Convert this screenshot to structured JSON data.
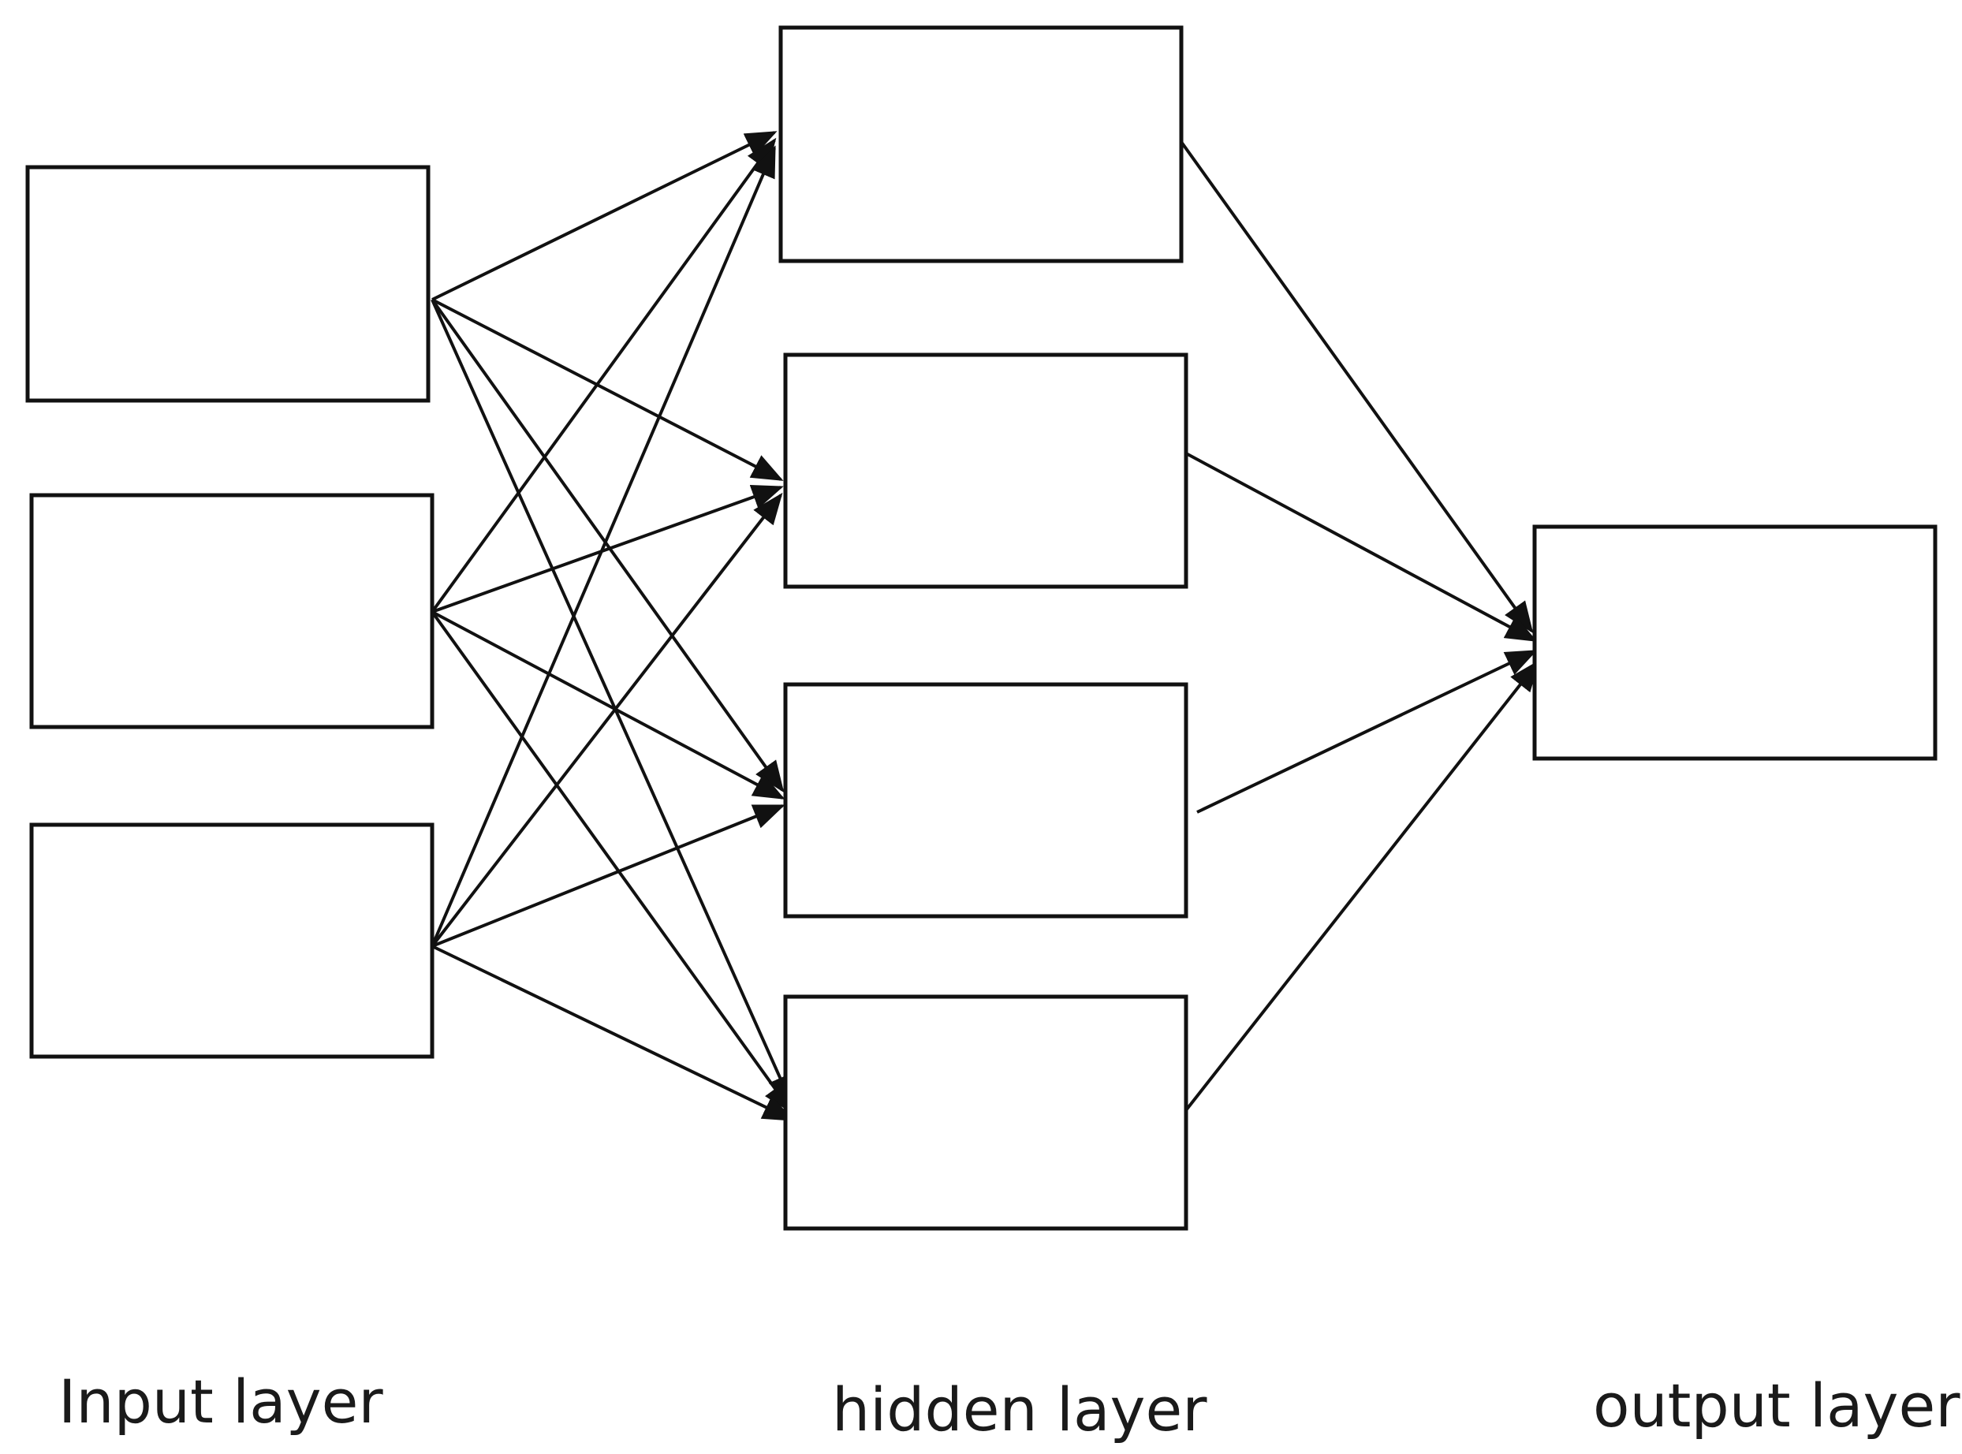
{
  "diagram": {
    "type": "feedforward-neural-network",
    "layers": [
      {
        "id": "input",
        "label": "Input layer",
        "node_count": 3
      },
      {
        "id": "hidden",
        "label": "hidden layer",
        "node_count": 4
      },
      {
        "id": "output",
        "label": "output layer",
        "node_count": 1
      }
    ],
    "connections": [
      {
        "from": "input",
        "to": "hidden",
        "pattern": "fully-connected"
      },
      {
        "from": "hidden",
        "to": "output",
        "pattern": "fully-connected"
      }
    ],
    "colors": {
      "stroke": "#111111",
      "background": "#ffffff"
    }
  }
}
